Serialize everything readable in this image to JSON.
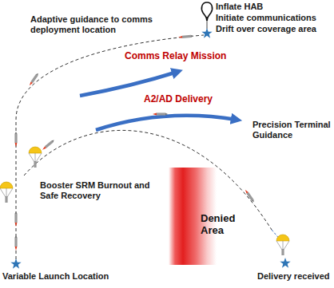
{
  "diagram": {
    "nodes": [
      {
        "text": [
          "Denied Area"
        ]
      }
    ],
    "labels": [
      "Inflate HAB",
      "Initiate communications",
      "Drift over coverage area",
      "Adaptive guidance to comms deployment location",
      "Comms Relay Mission",
      "A2/AD Delivery",
      "Precision Terminal Guidance",
      "Booster SRM Burnout and Safe Recovery",
      "Variable Launch Location",
      "Delivery received"
    ]
  }
}
